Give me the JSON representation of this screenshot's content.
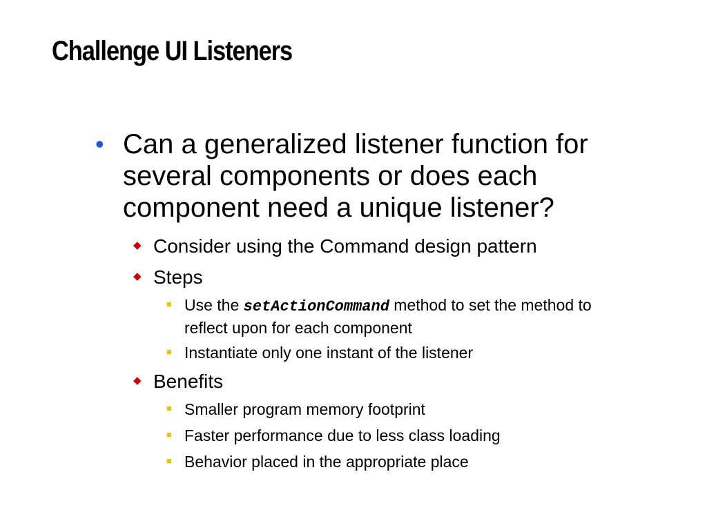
{
  "slide": {
    "title": "Challenge UI Listeners",
    "bullets": {
      "main": "Can a generalized listener function for several components or does each component need a unique listener?",
      "consider": "Consider using the Command design pattern",
      "steps": {
        "label": "Steps",
        "use_prefix": "Use the",
        "use_code": "setActionCommand",
        "use_suffix": "method to set the method to reflect upon for each component",
        "instantiate": "Instantiate only one instant of the listener"
      },
      "benefits": {
        "label": "Benefits",
        "items": [
          "Smaller program memory footprint",
          "Faster performance due to less class loading",
          "Behavior placed in the appropriate place"
        ]
      }
    },
    "colors": {
      "level1_bullet": "#1f5bd6",
      "level2_bullet": "#cc0000",
      "level3_bullet": "#f2c200"
    },
    "icons": {
      "level1": "round-bullet-icon",
      "level2": "diamond-bullet-icon",
      "level3": "square-bullet-icon"
    }
  }
}
